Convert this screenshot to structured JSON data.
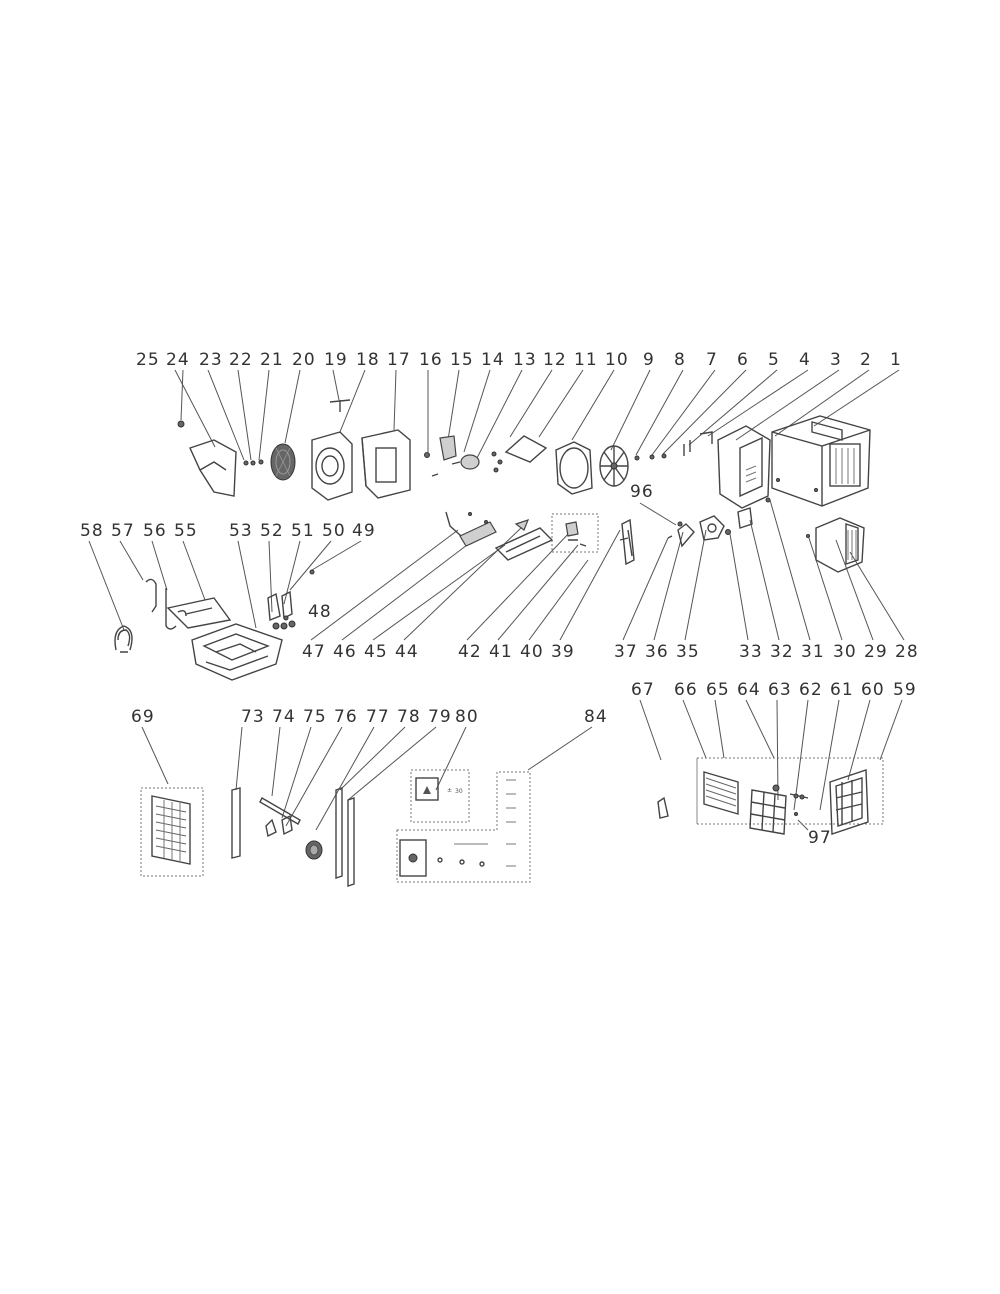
{
  "diagram": {
    "row1_labels": [
      "25",
      "24",
      "23",
      "22",
      "21",
      "20",
      "19",
      "18",
      "17",
      "16",
      "15",
      "14",
      "13",
      "12",
      "11",
      "10",
      "9",
      "8",
      "7",
      "6",
      "5",
      "4",
      "3",
      "2",
      "1"
    ],
    "row2_top_labels": [
      "58",
      "57",
      "56",
      "55",
      "53",
      "52",
      "51",
      "50",
      "49"
    ],
    "row2_mid_labels": [
      "96",
      "48"
    ],
    "row2_bottom_labels": [
      "47",
      "46",
      "45",
      "44",
      "42",
      "41",
      "40",
      "39",
      "37",
      "36",
      "35",
      "33",
      "32",
      "31",
      "30",
      "29",
      "28"
    ],
    "row3_labels": [
      "69",
      "73",
      "74",
      "75",
      "76",
      "77",
      "78",
      "79",
      "80",
      "84"
    ],
    "row3_right_labels": [
      "67",
      "66",
      "65",
      "64",
      "63",
      "62",
      "61",
      "60",
      "59"
    ],
    "extra_labels": [
      "97"
    ],
    "panel_text": [
      "30"
    ]
  }
}
